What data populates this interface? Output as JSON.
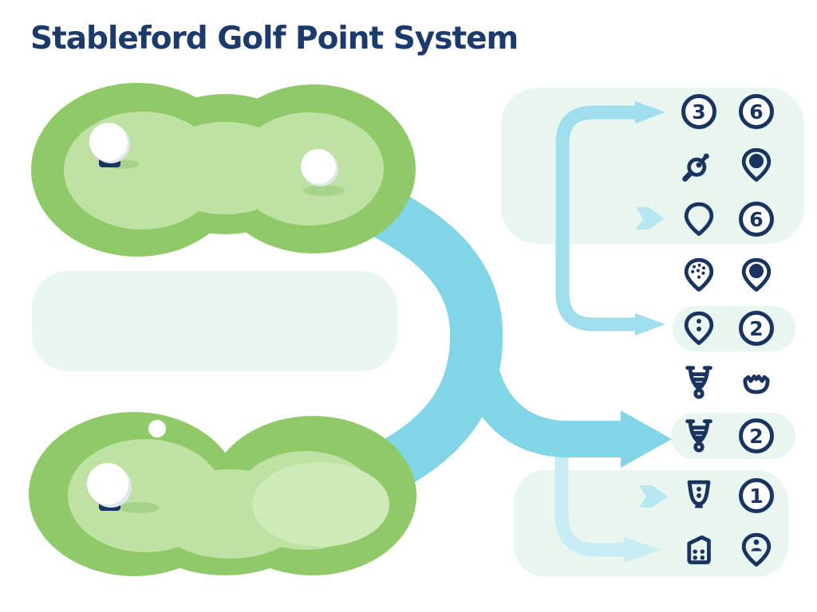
{
  "title": "Stableford Golf Point System",
  "palette": {
    "navy": "#1a3462",
    "green_border": "#8fc968",
    "green_inner": "#bfe2a4",
    "green_pale_oval": "#cfeab9",
    "mint_panel": "#e9f5ef",
    "ribbon_blue": "#82d5e6",
    "bracket_blue": "#9edeed",
    "pale_line_blue": "#c8ecf3",
    "small_arrow_blue": "#b7e7f1",
    "ball_white": "#ffffff"
  },
  "legend": {
    "rows": [
      {
        "left": {
          "type": "badge",
          "value": "3"
        },
        "right": {
          "type": "badge",
          "value": "6"
        },
        "highlight": false
      },
      {
        "left": {
          "type": "icon",
          "icon": "whistle-icon"
        },
        "right": {
          "type": "icon",
          "icon": "pin-filled-icon"
        },
        "highlight": false
      },
      {
        "left": {
          "type": "icon",
          "icon": "pin-outline-icon"
        },
        "right": {
          "type": "badge",
          "value": "6"
        },
        "highlight": false
      },
      {
        "left": {
          "type": "icon",
          "icon": "pin-dotted-icon"
        },
        "right": {
          "type": "icon",
          "icon": "pin-filled-icon"
        },
        "highlight": false
      },
      {
        "left": {
          "type": "icon",
          "icon": "pin-two-dots-icon"
        },
        "right": {
          "type": "badge",
          "value": "2"
        },
        "highlight": true
      },
      {
        "left": {
          "type": "icon",
          "icon": "tee-striped-icon"
        },
        "right": {
          "type": "icon",
          "icon": "crown-icon"
        },
        "highlight": false
      },
      {
        "left": {
          "type": "icon",
          "icon": "tee-striped-icon"
        },
        "right": {
          "type": "badge",
          "value": "2"
        },
        "highlight": true
      },
      {
        "left": {
          "type": "icon",
          "icon": "trophy-icon"
        },
        "right": {
          "type": "badge",
          "value": "1"
        },
        "highlight": false
      },
      {
        "left": {
          "type": "icon",
          "icon": "clubhouse-icon"
        },
        "right": {
          "type": "icon",
          "icon": "pin-person-icon"
        },
        "highlight": false
      }
    ]
  }
}
